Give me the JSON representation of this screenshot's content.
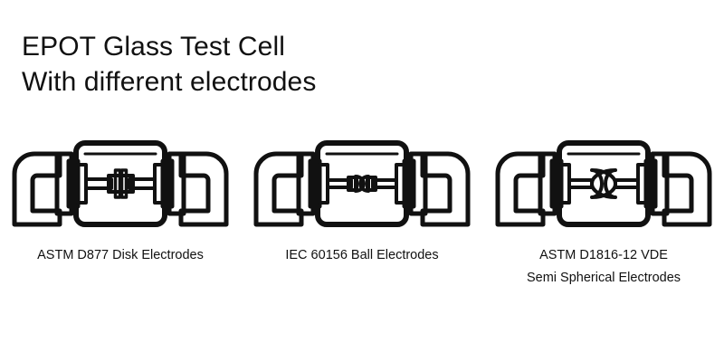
{
  "page": {
    "background_color": "#ffffff",
    "ink_color": "#111111"
  },
  "title": {
    "line1": "EPOT Glass Test Cell",
    "line2": "With different electrodes"
  },
  "figures": [
    {
      "id": "disk",
      "diagram_name": "glass-test-cell-disk-electrodes",
      "electrode_type": "disk",
      "caption_line1": "ASTM D877 Disk Electrodes",
      "caption_line2": ""
    },
    {
      "id": "ball",
      "diagram_name": "glass-test-cell-ball-electrodes",
      "electrode_type": "ball",
      "caption_line1": "IEC 60156 Ball Electrodes",
      "caption_line2": ""
    },
    {
      "id": "semi-spherical",
      "diagram_name": "glass-test-cell-semi-spherical-electrodes",
      "electrode_type": "semi-spherical",
      "caption_line1": "ASTM D1816-12 VDE",
      "caption_line2": "Semi Spherical Electrodes"
    }
  ]
}
